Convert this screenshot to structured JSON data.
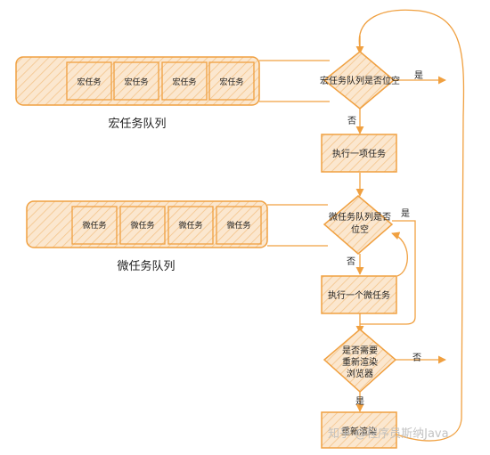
{
  "colors": {
    "stroke": "#f0a040",
    "fill": "#fbe7cf",
    "hatch": "#f4c48a",
    "text": "#222222"
  },
  "macro_queue": {
    "label": "宏任务队列",
    "tasks": [
      "宏任务",
      "宏任务",
      "宏任务",
      "宏任务"
    ]
  },
  "micro_queue": {
    "label": "微任务队列",
    "tasks": [
      "微任务",
      "微任务",
      "微任务",
      "微任务"
    ]
  },
  "flow": {
    "decision_macro_empty": "宏任务队列是否位空",
    "process_run_macro": "执行一项任务",
    "decision_micro_empty": [
      "微任务队列是否",
      "位空"
    ],
    "process_run_micro": "执行一个微任务",
    "decision_render": [
      "是否需要",
      "重新渲染",
      "浏览器"
    ],
    "process_render": "重新渲染"
  },
  "edge_labels": {
    "yes": "是",
    "no": "否"
  },
  "watermark": "知乎 @程序员斯纳Java"
}
